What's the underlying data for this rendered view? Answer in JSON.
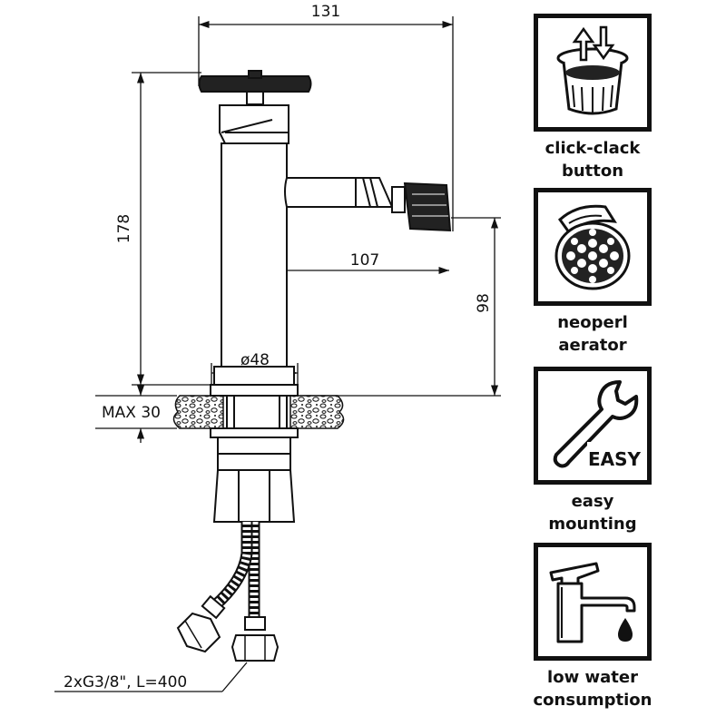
{
  "dimensions": {
    "width_total": "131",
    "height_total": "178",
    "spout_reach": "107",
    "spout_height": "98",
    "body_diameter": "ø48",
    "max_thickness": "MAX 30",
    "hoses": "2xG3/8\", L=400"
  },
  "features": [
    {
      "icon": "click-clack-button-icon",
      "line1": "click-clack",
      "line2": "button"
    },
    {
      "icon": "aerator-icon",
      "line1": "neoperl",
      "line2": "aerator"
    },
    {
      "icon": "wrench-icon",
      "badge": "EASY",
      "line1": "easy",
      "line2": "mounting"
    },
    {
      "icon": "faucet-water-drop-icon",
      "line1": "low water",
      "line2": "consumption"
    }
  ],
  "colors": {
    "line": "#111111",
    "background": "#ffffff"
  }
}
